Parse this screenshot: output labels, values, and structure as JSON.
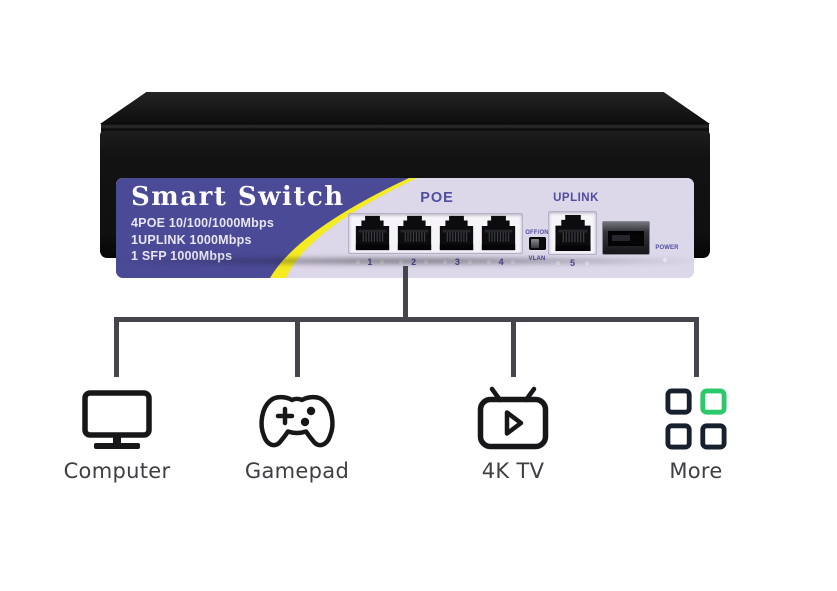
{
  "device_panel": {
    "title": "Smart Switch",
    "specs": [
      "4POE 10/100/1000Mbps",
      "1UPLINK 1000Mbps",
      "1 SFP 1000Mbps"
    ],
    "poe_section_label": "POE",
    "uplink_section_label": "UPLINK",
    "poe_port_numbers": [
      "1",
      "2",
      "3",
      "4"
    ],
    "uplink_port_number": "5",
    "vlan_toggle_label": "OFF/ON",
    "vlan_label": "VLAN",
    "power_label": "POWER"
  },
  "connection_diagram": {
    "devices": [
      {
        "label": "Computer",
        "icon": "computer-icon"
      },
      {
        "label": "Gamepad",
        "icon": "gamepad-icon"
      },
      {
        "label": "4K TV",
        "icon": "tv-icon"
      },
      {
        "label": "More",
        "icon": "more-grid-icon"
      }
    ]
  },
  "colors": {
    "sticker_purple": "#4b4a96",
    "sticker_lavender": "#dcd7e9",
    "stripe_yellow": "#f4eb21",
    "panel_text_indigo": "#4e4d9e",
    "diagram_line_gray": "#45454c",
    "icon_stroke_black": "#17171a",
    "more_icon_green": "#2bc96a",
    "more_icon_navy": "#17202e",
    "device_label_gray": "#3e3e43"
  }
}
